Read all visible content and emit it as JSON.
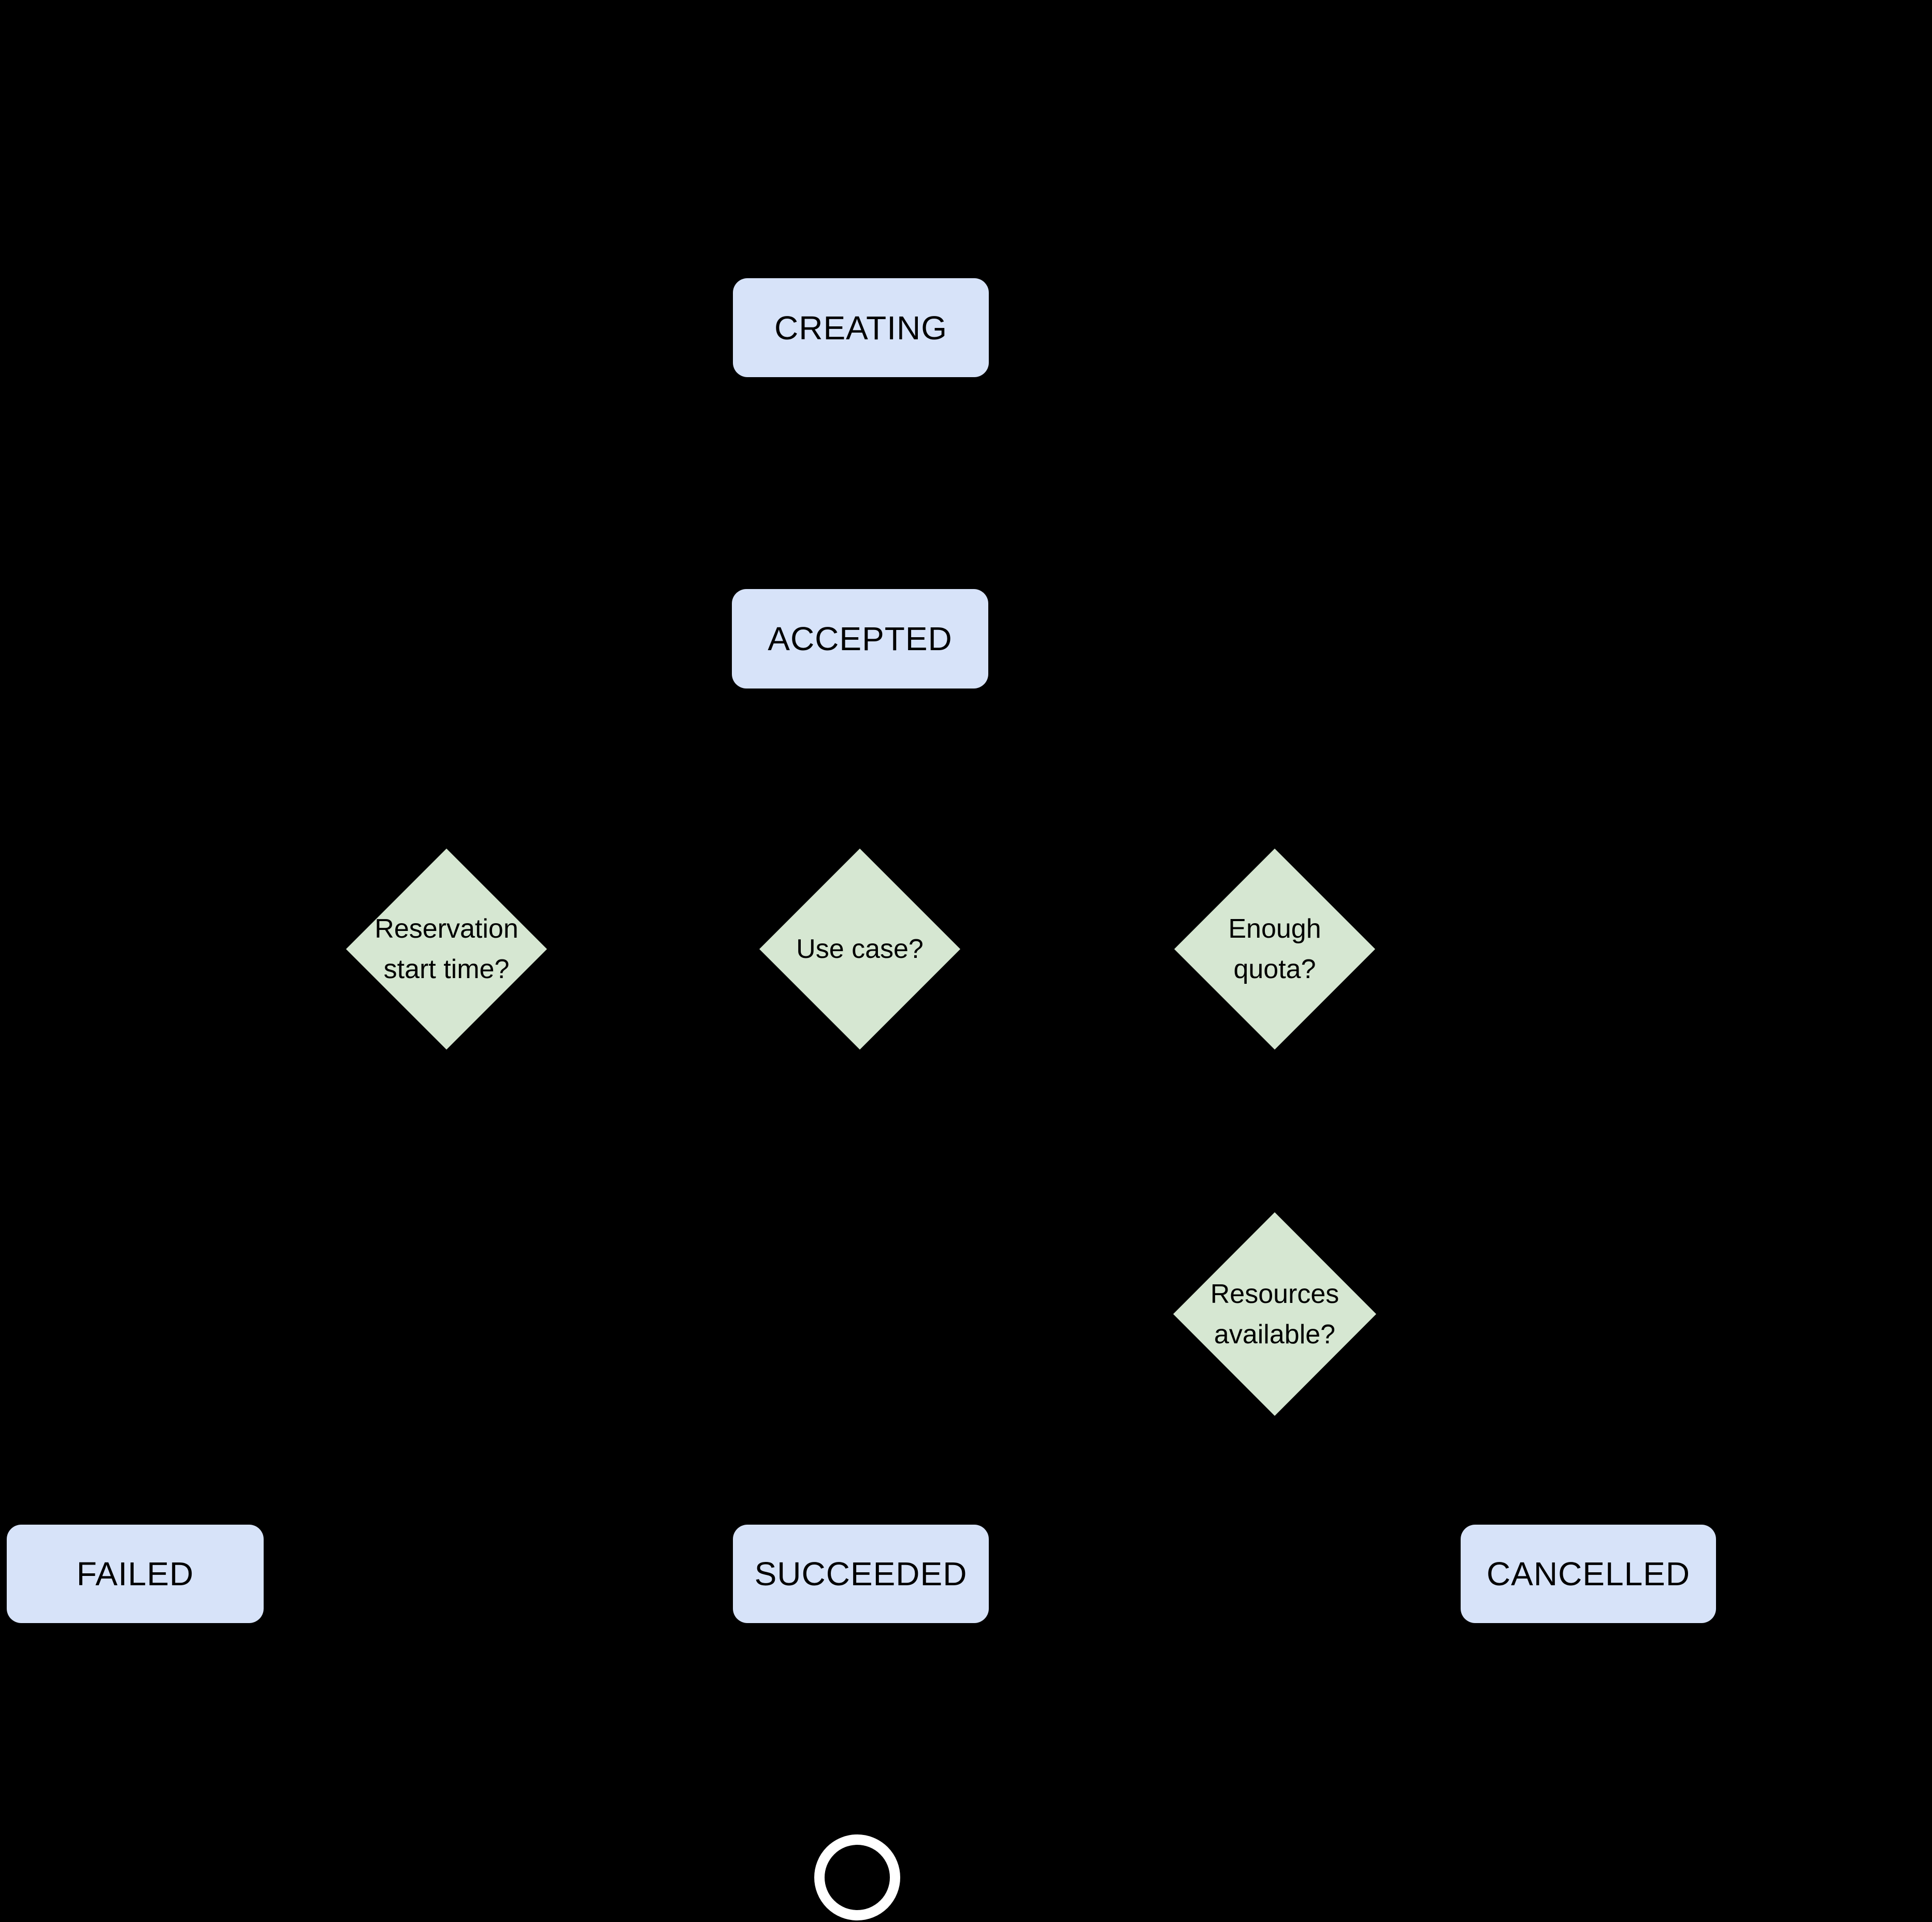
{
  "diagram": {
    "colors": {
      "background": "#000000",
      "state_fill": "#d7e3f9",
      "decision_fill": "#d6e7d2",
      "text": "#000000",
      "terminal_ring": "#ffffff"
    },
    "states": {
      "creating": {
        "label": "CREATING"
      },
      "accepted": {
        "label": "ACCEPTED"
      },
      "failed": {
        "label": "FAILED"
      },
      "succeeded": {
        "label": "SUCCEEDED"
      },
      "cancelled": {
        "label": "CANCELLED"
      }
    },
    "decisions": {
      "reservation_start_time": {
        "line1": "Reservation",
        "line2": "start time?"
      },
      "use_case": {
        "line1": "Use case?",
        "line2": ""
      },
      "enough_quota": {
        "line1": "Enough",
        "line2": "quota?"
      },
      "resources_available": {
        "line1": "Resources",
        "line2": "available?"
      }
    }
  }
}
